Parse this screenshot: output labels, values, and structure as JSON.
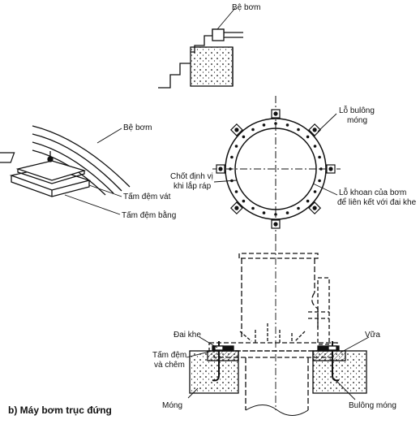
{
  "figure": {
    "caption": "b) Máy bơm trục đứng",
    "labels": {
      "be_bom_top": "Bệ bơm",
      "be_bom_left": "Bệ bơm",
      "tam_dem_vat": "Tấm đệm vát",
      "tam_dem_bang": "Tấm đệm bằng",
      "lo_bulong_l1": "Lỗ bulông",
      "lo_bulong_l2": "móng",
      "chot_l1": "Chốt định vị",
      "chot_l2": "khi lắp ráp",
      "lo_khoan_l1": "Lỗ khoan của bơm",
      "lo_khoan_l2": "để liên kết với đai khe",
      "dai_khe": "Đai khe",
      "tam_dem_chem_l1": "Tấm đệm",
      "tam_dem_chem_l2": "và chêm",
      "vua": "Vữa",
      "mong": "Móng",
      "bulong_mong": "Bulông móng"
    },
    "colors": {
      "ink": "#111111",
      "concrete": "#d8d8d8",
      "grout": "#9a9a9a"
    }
  }
}
